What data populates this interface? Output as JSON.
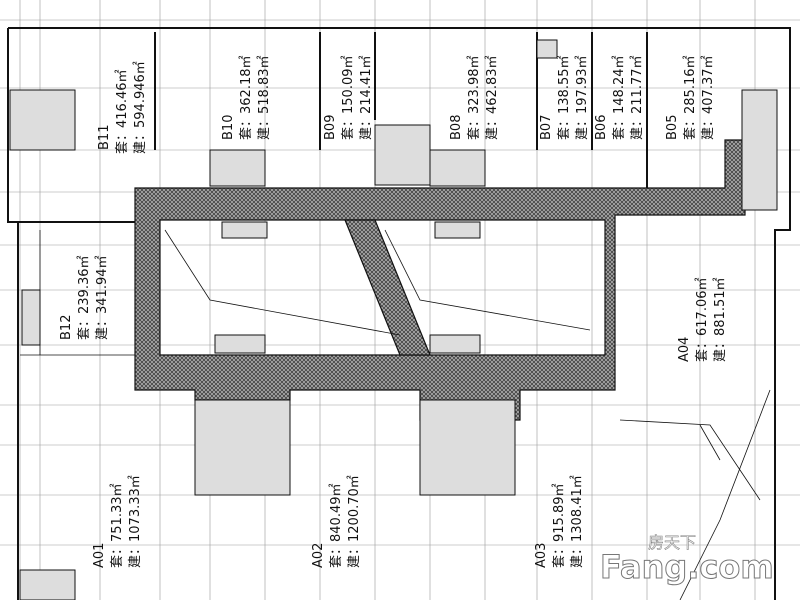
{
  "units": [
    {
      "id": "B11",
      "set": "套：416.46㎡",
      "build": "建：594.946㎡"
    },
    {
      "id": "B10",
      "set": "套：362.18㎡",
      "build": "建：518.83㎡"
    },
    {
      "id": "B09",
      "set": "套：150.09㎡",
      "build": "建：214.41㎡"
    },
    {
      "id": "B08",
      "set": "套：323.98㎡",
      "build": "建：462.83㎡"
    },
    {
      "id": "B07",
      "set": "套：138.55㎡",
      "build": "建：197.93㎡"
    },
    {
      "id": "B06",
      "set": "套：148.24㎡",
      "build": "建：211.77㎡"
    },
    {
      "id": "B05",
      "set": "套：285.16㎡",
      "build": "建：407.37㎡"
    },
    {
      "id": "B12",
      "set": "套：239.36㎡",
      "build": "建：341.94㎡"
    },
    {
      "id": "A04",
      "set": "套：617.06㎡",
      "build": "建：881.51㎡"
    },
    {
      "id": "A01",
      "set": "套：751.33㎡",
      "build": "建：1073.33㎡"
    },
    {
      "id": "A02",
      "set": "套：840.49㎡",
      "build": "建：1200.70㎡"
    },
    {
      "id": "A03",
      "set": "套：915.89㎡",
      "build": "建：1308.41㎡"
    }
  ],
  "watermark": {
    "logo_cn": "房天下",
    "logo_en": "Fang.com"
  }
}
